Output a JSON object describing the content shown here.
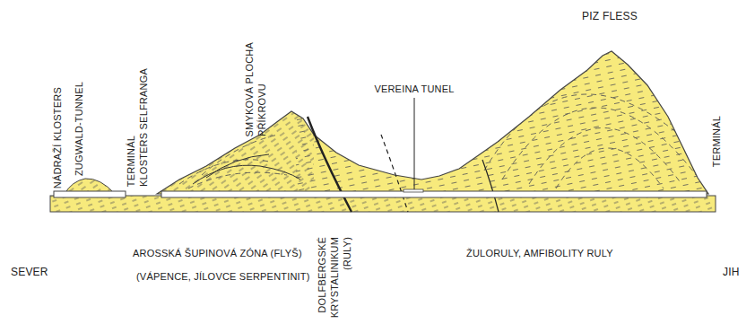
{
  "diagram": {
    "labels": [
      "NÁDRAŽÍ KLOSTERS",
      "ZUGWALD-TUNNEL",
      "TERMINÁL",
      "KLOSTERS SELFRANGA",
      "SMYKOVÁ PLOCHA",
      "PŘÍKROVU",
      "PIZ FLESS",
      "VEREINA TUNEL",
      "TERMINÁL",
      "AROSSKÁ ŠUPINOVÁ ZÓNA (FLYŠ)",
      "(VÁPENCE, JÍLOVCE SERPENTINIT)",
      "DOLFBERGSKÉ",
      "KRYSTALINIKUM",
      "(RULY)",
      "ŽULORULY, AMFIBOLITY RULY",
      "SEVER",
      "JIH"
    ]
  }
}
